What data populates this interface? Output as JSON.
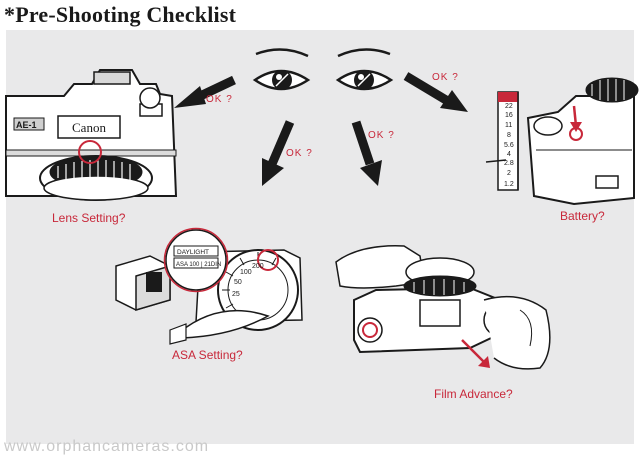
{
  "title": "*Pre-Shooting Checklist",
  "captions": {
    "lens": "Lens Setting?",
    "battery": "Battery?",
    "asa": "ASA Setting?",
    "film": "Film Advance?"
  },
  "ok_label": "OK ?",
  "camera_brand": "Canon",
  "camera_model": "AE-1",
  "film_box": {
    "daylight": "DAYLIGHT",
    "asa": "ASA 100 | 21DIN"
  },
  "scale_values": [
    "22",
    "16",
    "11",
    "8",
    "5.6",
    "4",
    "2.8",
    "2",
    "1.2"
  ],
  "asa_dial_values": [
    "25",
    "50",
    "100",
    "200"
  ],
  "watermark": "www.orphancameras.com",
  "colors": {
    "accent": "#c8283a",
    "panel": "#e9e9ea",
    "ink": "#1a1a1a"
  }
}
